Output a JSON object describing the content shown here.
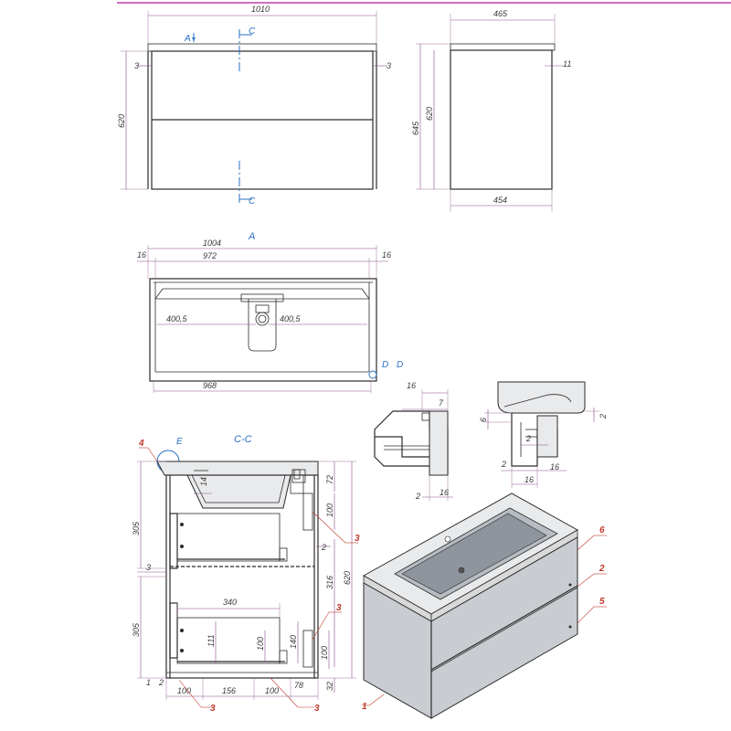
{
  "top_line_color": "#c23bb0",
  "front_view": {
    "width_top": "1010",
    "height": "620",
    "side_gap_left": "3",
    "side_gap_right": "3",
    "section_a_marker": "A",
    "section_c_top": "C",
    "section_c_bottom": "C"
  },
  "side_view": {
    "depth_top": "465",
    "depth_bottom": "454",
    "height_outer": "645",
    "height_inner": "620",
    "offset": "11"
  },
  "view_a": {
    "title": "A",
    "overall": "1004",
    "inner": "972",
    "left_margin": "16",
    "right_margin": "16",
    "half_left": "400,5",
    "half_right": "400,5",
    "bottom": "968",
    "detail_mark_1": "D",
    "detail_mark_2": "D"
  },
  "detail_d": {
    "dim_top": "16",
    "dim_mid": "7",
    "dim_bot_a": "2",
    "dim_bot_b": "16"
  },
  "detail_e": {
    "dim_left": "6",
    "dim_right": "2",
    "dim_mid": "2",
    "dim_b1": "2",
    "dim_b2": "16",
    "dim_b3": "16"
  },
  "section_cc": {
    "title": "C-C",
    "e_label": "E",
    "basin_depth": "14",
    "dim_305_top": "305",
    "dim_3": "3",
    "dim_305_bottom": "305",
    "dim_72": "72",
    "dim_100_top": "100",
    "dim_2": "2",
    "dim_316": "316",
    "dim_620": "620",
    "dim_340": "340",
    "dim_111": "111",
    "dim_100_mid": "100",
    "dim_140": "140",
    "dim_100_low": "100",
    "dim_32": "32",
    "dim_1": "1",
    "dim_2b": "2",
    "dim_100_a": "100",
    "dim_156": "156",
    "dim_100_b": "100",
    "dim_78": "78"
  },
  "callouts": {
    "c4": "4",
    "c3_right_upper": "3",
    "c3_right_lower": "3",
    "c3_bottom_left": "3",
    "c3_bottom_right": "3",
    "c1": "1",
    "c6": "6",
    "c2": "2",
    "c5": "5"
  }
}
